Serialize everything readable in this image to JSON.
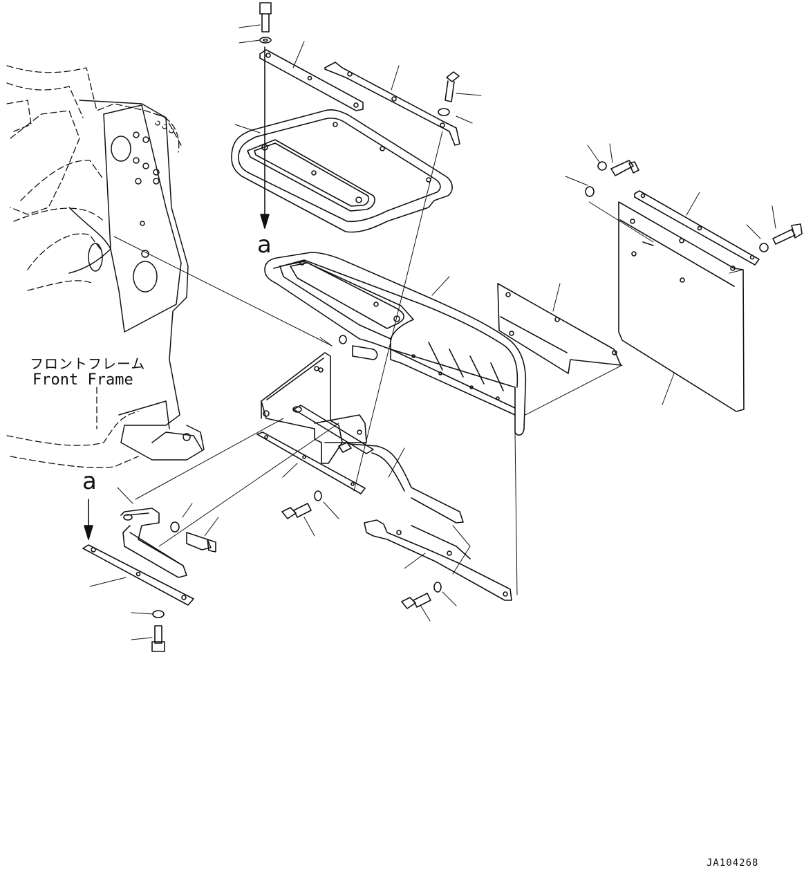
{
  "labels": {
    "front_frame_jp": "フロントフレーム",
    "front_frame_en": "Front Frame",
    "ref_a_top": "a",
    "ref_a_bottom": "a",
    "drawing_id": "JA104268"
  },
  "colors": {
    "line": "#111111",
    "background": "#ffffff"
  }
}
